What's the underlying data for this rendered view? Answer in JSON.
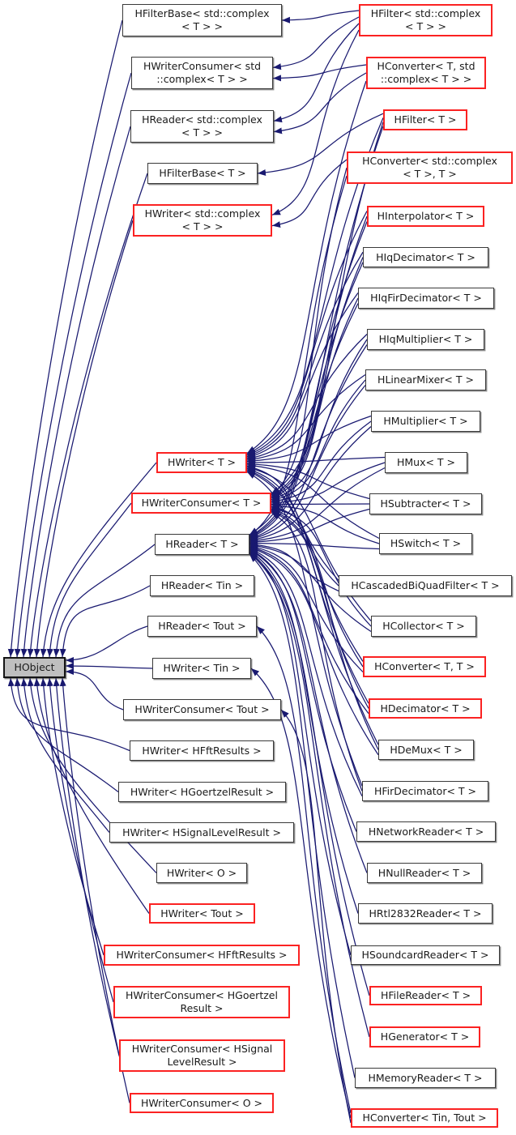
{
  "diagram": {
    "type": "class-inheritance-graph",
    "root": "HObject",
    "colors": {
      "edge": "#191970",
      "node_border": "#3a3a3a",
      "highlight_border": "#fb2222",
      "root_fill": "#bfbfbf",
      "background": "#ffffff",
      "text": "#1a1a1a"
    },
    "nodes": [
      {
        "id": "hobject",
        "label": "HObject",
        "style": "root",
        "lines": [
          "HObject"
        ]
      },
      {
        "id": "n0",
        "label": "HFilterBase< std::complex< T > >",
        "style": "default",
        "lines": [
          "HFilterBase< std::complex",
          "< T > >"
        ]
      },
      {
        "id": "n1",
        "label": "HWriterConsumer< std::complex< T > >",
        "style": "default",
        "lines": [
          "HWriterConsumer< std",
          "::complex< T > >"
        ]
      },
      {
        "id": "n2",
        "label": "HReader< std::complex< T > >",
        "style": "default",
        "lines": [
          "HReader< std::complex",
          "< T > >"
        ]
      },
      {
        "id": "n3",
        "label": "HFilterBase< T >",
        "style": "default",
        "lines": [
          "HFilterBase< T >"
        ]
      },
      {
        "id": "n4",
        "label": "HWriter< std::complex< T > >",
        "style": "red",
        "lines": [
          "HWriter< std::complex",
          "< T > >"
        ]
      },
      {
        "id": "n5",
        "label": "HWriter< T >",
        "style": "red",
        "lines": [
          "HWriter< T >"
        ]
      },
      {
        "id": "n6",
        "label": "HWriterConsumer< T >",
        "style": "red",
        "lines": [
          "HWriterConsumer< T >"
        ]
      },
      {
        "id": "n7",
        "label": "HReader< T >",
        "style": "default",
        "lines": [
          "HReader< T >"
        ]
      },
      {
        "id": "n8",
        "label": "HReader< Tin >",
        "style": "default",
        "lines": [
          "HReader< Tin >"
        ]
      },
      {
        "id": "n9",
        "label": "HReader< Tout >",
        "style": "default",
        "lines": [
          "HReader< Tout >"
        ]
      },
      {
        "id": "n10",
        "label": "HWriter< Tin >",
        "style": "default",
        "lines": [
          "HWriter< Tin >"
        ]
      },
      {
        "id": "n11",
        "label": "HWriterConsumer< Tout >",
        "style": "default",
        "lines": [
          "HWriterConsumer< Tout >"
        ]
      },
      {
        "id": "n12",
        "label": "HWriter< HFftResults >",
        "style": "default",
        "lines": [
          "HWriter< HFftResults >"
        ]
      },
      {
        "id": "n13",
        "label": "HWriter< HGoertzelResult >",
        "style": "default",
        "lines": [
          "HWriter< HGoertzelResult >"
        ]
      },
      {
        "id": "n14",
        "label": "HWriter< HSignalLevelResult >",
        "style": "default",
        "lines": [
          "HWriter< HSignalLevelResult >"
        ]
      },
      {
        "id": "n15",
        "label": "HWriter< O >",
        "style": "default",
        "lines": [
          "HWriter< O >"
        ]
      },
      {
        "id": "n16",
        "label": "HWriter< Tout >",
        "style": "red",
        "lines": [
          "HWriter< Tout >"
        ]
      },
      {
        "id": "n17",
        "label": "HWriterConsumer< HFftResults >",
        "style": "red",
        "lines": [
          "HWriterConsumer< HFftResults >"
        ]
      },
      {
        "id": "n18",
        "label": "HWriterConsumer< HGoertzelResult >",
        "style": "red",
        "lines": [
          "HWriterConsumer< HGoertzel",
          "Result >"
        ]
      },
      {
        "id": "n19",
        "label": "HWriterConsumer< HSignalLevelResult >",
        "style": "red",
        "lines": [
          "HWriterConsumer< HSignal",
          "LevelResult >"
        ]
      },
      {
        "id": "n20",
        "label": "HWriterConsumer< O >",
        "style": "red",
        "lines": [
          "HWriterConsumer< O >"
        ]
      },
      {
        "id": "r0",
        "label": "HFilter< std::complex< T > >",
        "style": "red",
        "lines": [
          "HFilter< std::complex",
          "< T > >"
        ]
      },
      {
        "id": "r1",
        "label": "HConverter< T, std::complex< T > >",
        "style": "red",
        "lines": [
          "HConverter< T, std",
          "::complex< T > >"
        ]
      },
      {
        "id": "r2",
        "label": "HFilter< T >",
        "style": "red",
        "lines": [
          "HFilter< T >"
        ]
      },
      {
        "id": "r3",
        "label": "HConverter< std::complex< T >, T >",
        "style": "red",
        "lines": [
          "HConverter< std::complex",
          "< T >, T >"
        ]
      },
      {
        "id": "r4",
        "label": "HInterpolator< T >",
        "style": "red",
        "lines": [
          "HInterpolator< T >"
        ]
      },
      {
        "id": "r5",
        "label": "HIqDecimator< T >",
        "style": "default",
        "lines": [
          "HIqDecimator< T >"
        ]
      },
      {
        "id": "r6",
        "label": "HIqFirDecimator< T >",
        "style": "default",
        "lines": [
          "HIqFirDecimator< T >"
        ]
      },
      {
        "id": "r7",
        "label": "HIqMultiplier< T >",
        "style": "default",
        "lines": [
          "HIqMultiplier< T >"
        ]
      },
      {
        "id": "r8",
        "label": "HLinearMixer< T >",
        "style": "default",
        "lines": [
          "HLinearMixer< T >"
        ]
      },
      {
        "id": "r9",
        "label": "HMultiplier< T >",
        "style": "default",
        "lines": [
          "HMultiplier< T >"
        ]
      },
      {
        "id": "r10",
        "label": "HMux< T >",
        "style": "default",
        "lines": [
          "HMux< T >"
        ]
      },
      {
        "id": "r11",
        "label": "HSubtracter< T >",
        "style": "default",
        "lines": [
          "HSubtracter< T >"
        ]
      },
      {
        "id": "r12",
        "label": "HSwitch< T >",
        "style": "default",
        "lines": [
          "HSwitch< T >"
        ]
      },
      {
        "id": "r13",
        "label": "HCascadedBiQuadFilter< T >",
        "style": "default",
        "lines": [
          "HCascadedBiQuadFilter< T >"
        ]
      },
      {
        "id": "r14",
        "label": "HCollector< T >",
        "style": "default",
        "lines": [
          "HCollector< T >"
        ]
      },
      {
        "id": "r15",
        "label": "HConverter< T, T >",
        "style": "red",
        "lines": [
          "HConverter< T, T >"
        ]
      },
      {
        "id": "r16",
        "label": "HDecimator< T >",
        "style": "red",
        "lines": [
          "HDecimator< T >"
        ]
      },
      {
        "id": "r17",
        "label": "HDeMux< T >",
        "style": "default",
        "lines": [
          "HDeMux< T >"
        ]
      },
      {
        "id": "r18",
        "label": "HFirDecimator< T >",
        "style": "default",
        "lines": [
          "HFirDecimator< T >"
        ]
      },
      {
        "id": "r19",
        "label": "HNetworkReader< T >",
        "style": "default",
        "lines": [
          "HNetworkReader< T >"
        ]
      },
      {
        "id": "r20",
        "label": "HNullReader< T >",
        "style": "default",
        "lines": [
          "HNullReader< T >"
        ]
      },
      {
        "id": "r21",
        "label": "HRtl2832Reader< T >",
        "style": "default",
        "lines": [
          "HRtl2832Reader< T >"
        ]
      },
      {
        "id": "r22",
        "label": "HSoundcardReader< T >",
        "style": "default",
        "lines": [
          "HSoundcardReader< T >"
        ]
      },
      {
        "id": "r23",
        "label": "HFileReader< T >",
        "style": "red",
        "lines": [
          "HFileReader< T >"
        ]
      },
      {
        "id": "r24",
        "label": "HGenerator< T >",
        "style": "red",
        "lines": [
          "HGenerator< T >"
        ]
      },
      {
        "id": "r25",
        "label": "HMemoryReader< T >",
        "style": "default",
        "lines": [
          "HMemoryReader< T >"
        ]
      },
      {
        "id": "r26",
        "label": "HConverter< Tin, Tout >",
        "style": "red",
        "lines": [
          "HConverter< Tin, Tout >"
        ]
      }
    ],
    "edges": [
      {
        "from": "n0",
        "to": "hobject"
      },
      {
        "from": "n1",
        "to": "hobject"
      },
      {
        "from": "n2",
        "to": "hobject"
      },
      {
        "from": "n3",
        "to": "hobject"
      },
      {
        "from": "n4",
        "to": "hobject"
      },
      {
        "from": "n5",
        "to": "hobject"
      },
      {
        "from": "n6",
        "to": "hobject"
      },
      {
        "from": "n7",
        "to": "hobject"
      },
      {
        "from": "n8",
        "to": "hobject"
      },
      {
        "from": "n9",
        "to": "hobject"
      },
      {
        "from": "n10",
        "to": "hobject"
      },
      {
        "from": "n11",
        "to": "hobject"
      },
      {
        "from": "n12",
        "to": "hobject"
      },
      {
        "from": "n13",
        "to": "hobject"
      },
      {
        "from": "n14",
        "to": "hobject"
      },
      {
        "from": "n15",
        "to": "hobject"
      },
      {
        "from": "n16",
        "to": "hobject"
      },
      {
        "from": "n17",
        "to": "hobject"
      },
      {
        "from": "n18",
        "to": "hobject"
      },
      {
        "from": "n19",
        "to": "hobject"
      },
      {
        "from": "n20",
        "to": "hobject"
      },
      {
        "from": "r0",
        "to": "n0"
      },
      {
        "from": "r0",
        "to": "n1"
      },
      {
        "from": "r0",
        "to": "n2"
      },
      {
        "from": "r0",
        "to": "n4"
      },
      {
        "from": "r1",
        "to": "n1"
      },
      {
        "from": "r1",
        "to": "n2"
      },
      {
        "from": "r1",
        "to": "n5"
      },
      {
        "from": "r2",
        "to": "n3"
      },
      {
        "from": "r2",
        "to": "n5"
      },
      {
        "from": "r2",
        "to": "n6"
      },
      {
        "from": "r2",
        "to": "n7"
      },
      {
        "from": "r3",
        "to": "n4"
      },
      {
        "from": "r3",
        "to": "n6"
      },
      {
        "from": "r3",
        "to": "n7"
      },
      {
        "from": "r4",
        "to": "n5"
      },
      {
        "from": "r4",
        "to": "n6"
      },
      {
        "from": "r4",
        "to": "n7"
      },
      {
        "from": "r5",
        "to": "n5"
      },
      {
        "from": "r5",
        "to": "n6"
      },
      {
        "from": "r5",
        "to": "n7"
      },
      {
        "from": "r6",
        "to": "n5"
      },
      {
        "from": "r6",
        "to": "n6"
      },
      {
        "from": "r6",
        "to": "n7"
      },
      {
        "from": "r7",
        "to": "n5"
      },
      {
        "from": "r7",
        "to": "n6"
      },
      {
        "from": "r7",
        "to": "n7"
      },
      {
        "from": "r8",
        "to": "n5"
      },
      {
        "from": "r8",
        "to": "n6"
      },
      {
        "from": "r8",
        "to": "n7"
      },
      {
        "from": "r9",
        "to": "n5"
      },
      {
        "from": "r9",
        "to": "n6"
      },
      {
        "from": "r9",
        "to": "n7"
      },
      {
        "from": "r10",
        "to": "n5"
      },
      {
        "from": "r10",
        "to": "n6"
      },
      {
        "from": "r10",
        "to": "n7"
      },
      {
        "from": "r11",
        "to": "n5"
      },
      {
        "from": "r11",
        "to": "n6"
      },
      {
        "from": "r11",
        "to": "n7"
      },
      {
        "from": "r12",
        "to": "n5"
      },
      {
        "from": "r12",
        "to": "n6"
      },
      {
        "from": "r12",
        "to": "n7"
      },
      {
        "from": "r13",
        "to": "n5"
      },
      {
        "from": "r13",
        "to": "n6"
      },
      {
        "from": "r13",
        "to": "n7"
      },
      {
        "from": "r14",
        "to": "n5"
      },
      {
        "from": "r14",
        "to": "n6"
      },
      {
        "from": "r14",
        "to": "n7"
      },
      {
        "from": "r15",
        "to": "n5"
      },
      {
        "from": "r15",
        "to": "n6"
      },
      {
        "from": "r15",
        "to": "n7"
      },
      {
        "from": "r16",
        "to": "n5"
      },
      {
        "from": "r16",
        "to": "n6"
      },
      {
        "from": "r16",
        "to": "n7"
      },
      {
        "from": "r17",
        "to": "n5"
      },
      {
        "from": "r17",
        "to": "n6"
      },
      {
        "from": "r17",
        "to": "n7"
      },
      {
        "from": "r18",
        "to": "n5"
      },
      {
        "from": "r18",
        "to": "n6"
      },
      {
        "from": "r18",
        "to": "n7"
      },
      {
        "from": "r19",
        "to": "n7"
      },
      {
        "from": "r20",
        "to": "n7"
      },
      {
        "from": "r21",
        "to": "n7"
      },
      {
        "from": "r22",
        "to": "n7"
      },
      {
        "from": "r23",
        "to": "n7"
      },
      {
        "from": "r24",
        "to": "n7"
      },
      {
        "from": "r25",
        "to": "n7"
      },
      {
        "from": "r26",
        "to": "n9"
      },
      {
        "from": "r26",
        "to": "n10"
      },
      {
        "from": "r26",
        "to": "n11"
      }
    ]
  }
}
